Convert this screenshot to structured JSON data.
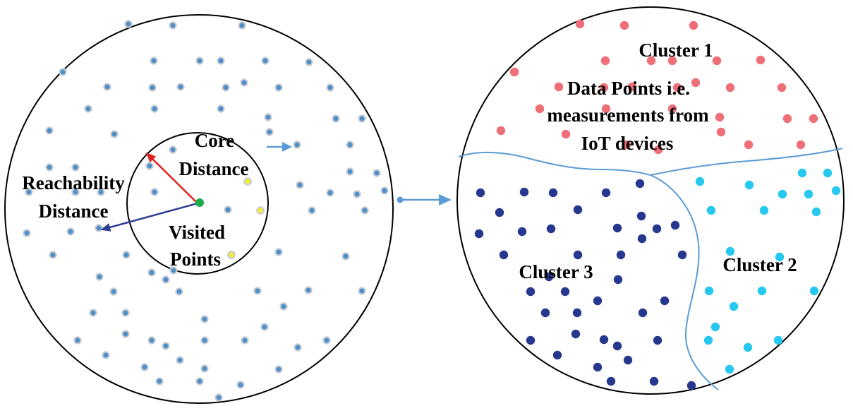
{
  "labels": {
    "core_line1": "Core",
    "core_line2": "Distance",
    "reach_line1": "Reachability",
    "reach_line2": "Distance",
    "visited_line1": "Visited",
    "visited_line2": "Points",
    "cluster1": "Cluster 1",
    "cluster2": "Cluster 2",
    "cluster3": "Cluster 3",
    "datapoints_line1": "Data Points i.e.",
    "datapoints_line2": "measurements from",
    "datapoints_line3": "IoT devices"
  },
  "colors": {
    "outline": "#000000",
    "grey_point_fill": "#4f8fc9",
    "grey_point_halo": "#c7cdd3",
    "visited_point": "#f2ee3a",
    "core_point": "#1fa84a",
    "core_arrow": "#e0201e",
    "reach_arrow": "#2e3f93",
    "flow_arrow": "#5b9bd5",
    "boundary": "#5b9bd5",
    "cluster1": "#ef6f79",
    "cluster2": "#27c8ef",
    "cluster3": "#26378e"
  },
  "icons": {
    "core_arrow": "arrow-right-icon",
    "reach_arrow": "arrow-right-icon",
    "small_flow_arrow": "arrow-right-icon",
    "main_flow_arrow": "arrow-right-icon"
  }
}
